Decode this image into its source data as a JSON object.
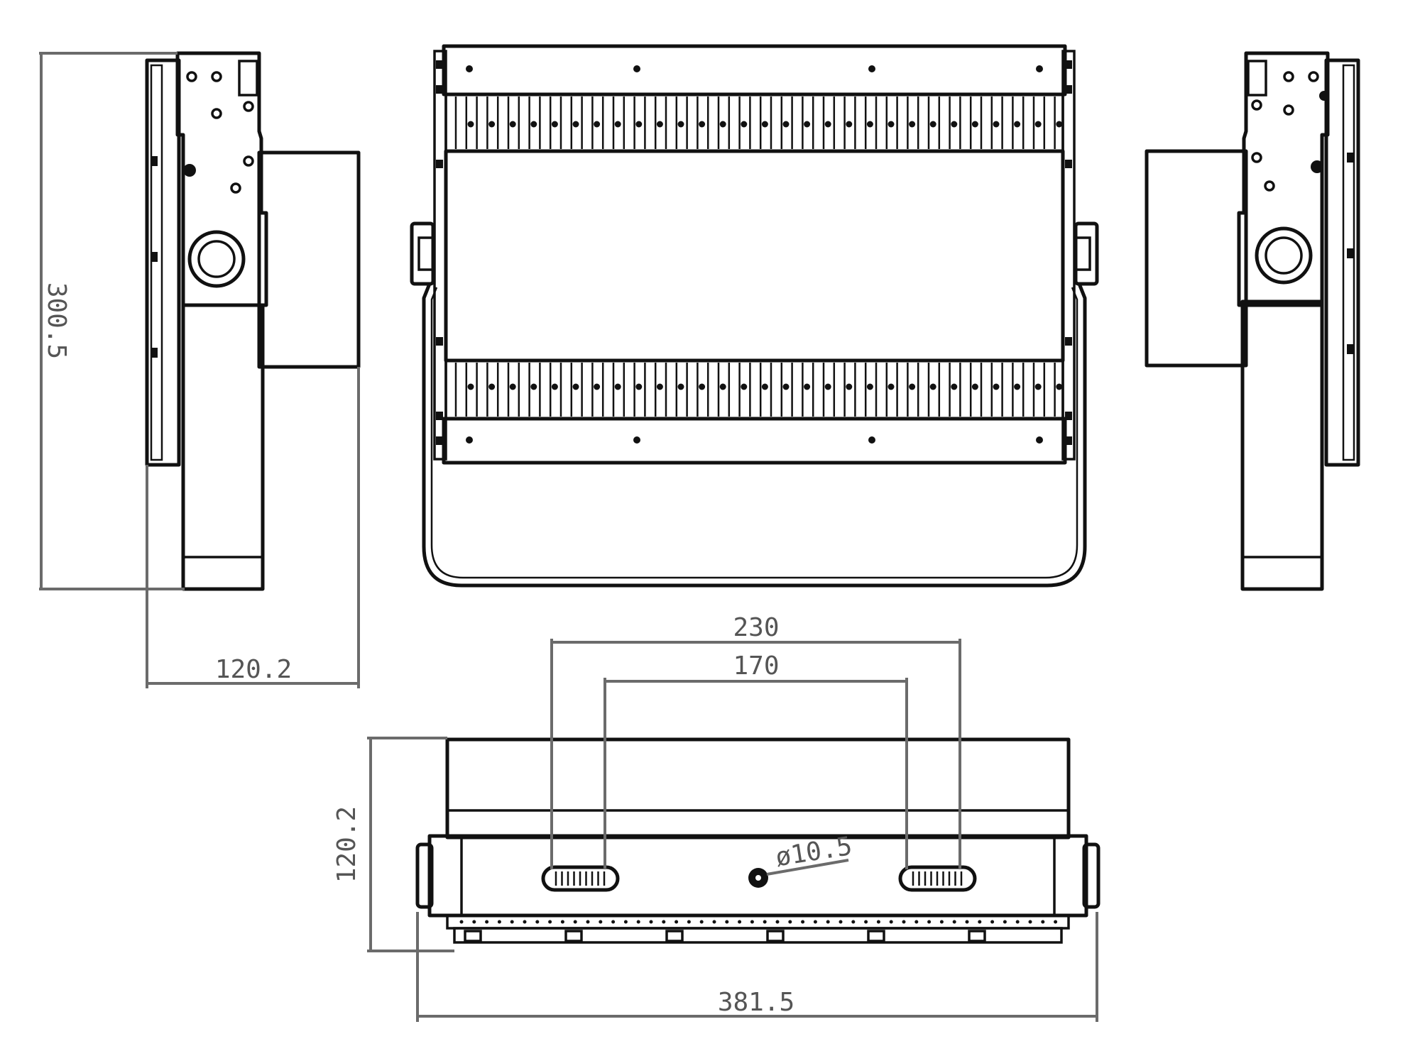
{
  "dimensions": {
    "height_side": "300.5",
    "depth_side": "120.2",
    "hole_spacing_outer": "230",
    "hole_spacing_inner": "170",
    "hole_diameter": "ø10.5",
    "depth_bottom": "120.2",
    "width_overall": "381.5"
  },
  "colors": {
    "outline": "#111111",
    "dimension": "#6b6b6b"
  }
}
